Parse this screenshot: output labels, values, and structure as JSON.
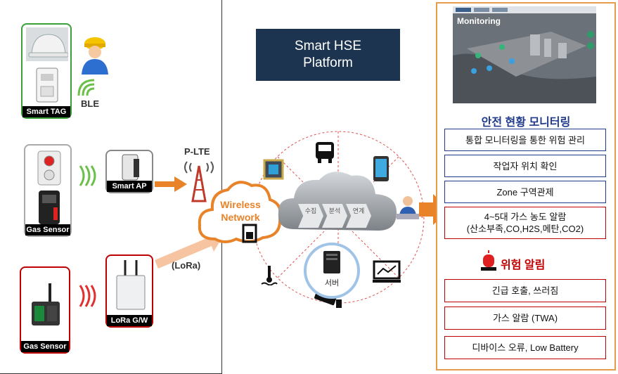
{
  "devices": {
    "smart_tag": "Smart TAG",
    "ble": "BLE",
    "gas_sensor_1": "Gas Sensor",
    "smart_ap": "Smart AP",
    "plte": "P-LTE",
    "lora_gw": "LoRa G/W",
    "gas_sensor_2": "Gas Sensor",
    "lora": "(LoRa)"
  },
  "platform": {
    "title_line1": "Smart HSE",
    "title_line2": "Platform",
    "wireless_line1": "Wireless",
    "wireless_line2": "Network",
    "cloud_steps": [
      "수집",
      "분석",
      "연계"
    ],
    "server": "서버"
  },
  "monitoring": {
    "screen_title": "Monitoring",
    "section_title": "안전 현황 모니터링",
    "items": [
      "통합 모니터링을 통한 위험 관리",
      "작업자 위치 확인",
      "Zone 구역관제"
    ],
    "gas_alarm_line1": "4~5대 가스 농도 알람",
    "gas_alarm_line2": "(산소부족,CO,H2S,메탄,CO2)"
  },
  "alerts": {
    "section_title": "위험 알림",
    "items": [
      "긴급 호출, 쓰러짐",
      "가스 알람 (TWA)",
      "디바이스 오류, Low Battery"
    ]
  },
  "colors": {
    "navy": "#1d3451",
    "orange": "#e8832a",
    "blue_border": "#1f3b8a",
    "red_border": "#c00000",
    "green_border": "#3aa03a"
  }
}
